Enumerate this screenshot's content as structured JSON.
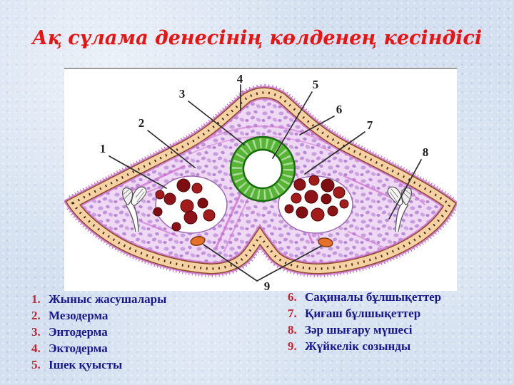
{
  "slide": {
    "title": "Ақ сұлама денесінің көлденең кесіндісі",
    "title_color": "#e81313",
    "background_color": "#d4e0f0"
  },
  "figure": {
    "labels": [
      "1",
      "2",
      "3",
      "4",
      "5",
      "6",
      "7",
      "8",
      "9"
    ],
    "colors": {
      "epidermis_cells": "#f4d2a4",
      "cilia": "#be68be",
      "parenchyma": "#eed8f4",
      "gut_ring": "#57b434",
      "gut_lumen": "#ffffff",
      "egg_cells": "#8e1318",
      "nerve_cord": "#e5702a",
      "leader_line": "#2b2b2b"
    }
  },
  "legend": {
    "number_color": "#c22531",
    "text_color": "#17178e",
    "left": [
      {
        "num": "1.",
        "label": "Жыныс жасушалары"
      },
      {
        "num": "2.",
        "label": "Мезодерма"
      },
      {
        "num": "3.",
        "label": "Энтодерма"
      },
      {
        "num": "4.",
        "label": "Эктодерма"
      },
      {
        "num": "5.",
        "label": "Ішек қуысты"
      }
    ],
    "right": [
      {
        "num": "6.",
        "label": "Сақиналы бұлшықеттер"
      },
      {
        "num": "7.",
        "label": "Қиғаш бұлшықеттер"
      },
      {
        "num": "8.",
        "label": "Зәр шығару мүшесі"
      },
      {
        "num": "9.",
        "label": " Жүйкелік созынды"
      }
    ]
  }
}
